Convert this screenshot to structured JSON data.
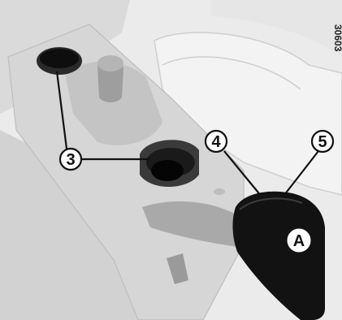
{
  "diagram": {
    "figure_code": "30603",
    "callouts": [
      {
        "id": "3",
        "label": "3"
      },
      {
        "id": "4",
        "label": "4"
      },
      {
        "id": "5",
        "label": "5"
      },
      {
        "id": "A",
        "label": "A"
      }
    ],
    "colors": {
      "background": "#eeeeee",
      "interior_light": "#e3e3e3",
      "interior_mid": "#c9c9c9",
      "interior_dark": "#8f8f8f",
      "armrest_cover": "#111111",
      "cup_holder": "#1c1c1c",
      "callout_fill": "#ffffff",
      "callout_stroke": "#111111"
    }
  }
}
